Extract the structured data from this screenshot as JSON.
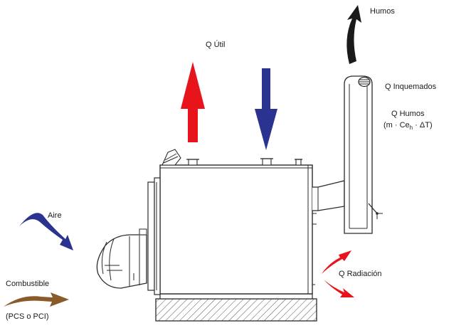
{
  "labels": {
    "humos": "Humos",
    "q_util": "Q Útil",
    "q_inquemados": "Q Inquemados",
    "q_humos": "Q Humos",
    "q_humos_formula_a": "(m · Ce",
    "q_humos_formula_sub": "h",
    "q_humos_formula_b": " · ΔT)",
    "aire": "Aire",
    "q_radiacion": "Q Radiación",
    "combustible": "Combustible",
    "pcs_pci": "(PCS o PCI)"
  },
  "colors": {
    "heat_out": "#e8141c",
    "heat_in": "#2b3390",
    "fuel": "#8b5a2b",
    "smoke": "#1a1a1a",
    "line": "#2a2a2a"
  },
  "icons": [
    "arrow-up-red-icon",
    "arrow-down-blue-icon",
    "smoke-arrow-icon",
    "air-arrow-icon",
    "fuel-arrow-icon",
    "radiation-arrows-icon"
  ]
}
